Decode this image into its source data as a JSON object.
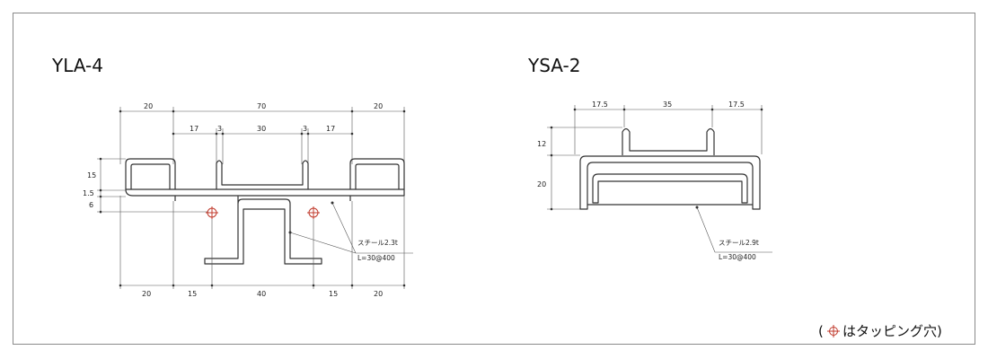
{
  "left_profile": {
    "title": "YLA-4",
    "top_dims": {
      "left": "20",
      "center": "70",
      "right": "20"
    },
    "inner_dims": {
      "a": "17",
      "b": "3",
      "c": "30",
      "d": "3",
      "e": "17"
    },
    "side_dims": {
      "flange": "15",
      "thickness": "1.5",
      "offset": "6"
    },
    "bottom_dims": {
      "a": "20",
      "b": "15",
      "c": "40",
      "d": "15",
      "e": "20"
    },
    "material": "スチール2.3t",
    "length_spec": "L=30@400"
  },
  "right_profile": {
    "title": "YSA-2",
    "top_dims": {
      "left": "17.5",
      "center": "35",
      "right": "17.5"
    },
    "side_dims": {
      "upper": "12",
      "lower": "20"
    },
    "material": "スチール2.9t",
    "length_spec": "L=30@400"
  },
  "legend": {
    "open": "(",
    "text": "はタッピング穴)"
  },
  "colors": {
    "line": "#333333",
    "hole": "#c0392b",
    "frame": "#8a8a8a"
  }
}
